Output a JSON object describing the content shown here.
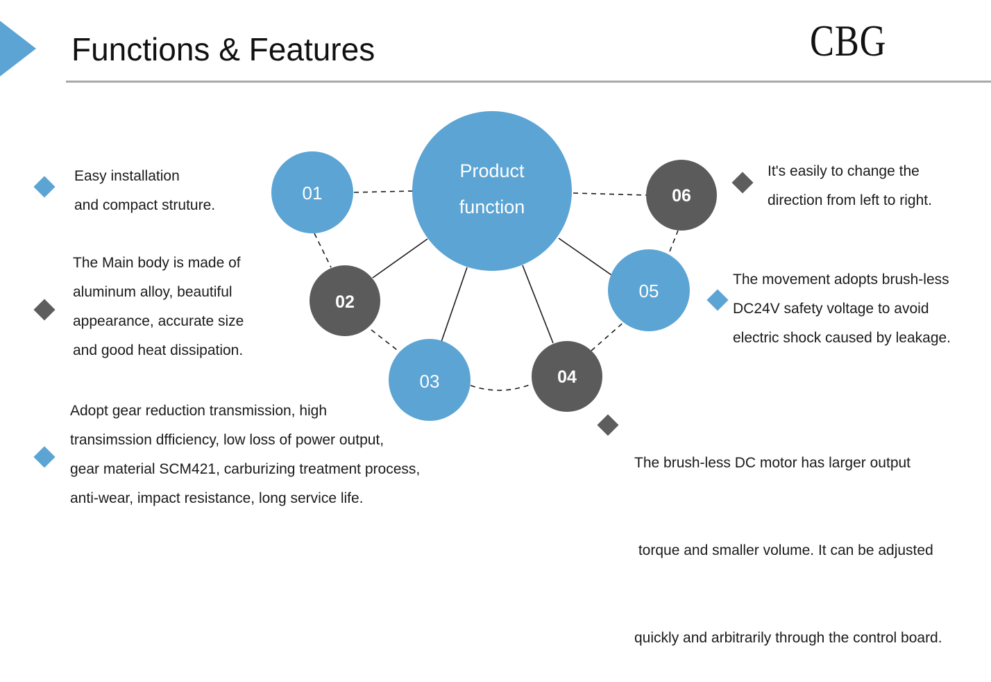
{
  "header": {
    "title": "Functions & Features",
    "brand": "CBG"
  },
  "colors": {
    "accent_blue": "#5ba4d4",
    "dark_gray": "#5b5b5b",
    "rule": "#a8a8a8"
  },
  "hub": {
    "line1": "Product",
    "line2": "function"
  },
  "nodes": [
    {
      "label": "01",
      "style": "blue"
    },
    {
      "label": "02",
      "style": "gray"
    },
    {
      "label": "03",
      "style": "blue"
    },
    {
      "label": "04",
      "style": "gray"
    },
    {
      "label": "05",
      "style": "blue"
    },
    {
      "label": "06",
      "style": "gray"
    }
  ],
  "features": [
    {
      "id": "01",
      "bullet": "blue",
      "lines": [
        "Easy installation",
        "and compact struture."
      ]
    },
    {
      "id": "02",
      "bullet": "gray",
      "lines": [
        "The Main body is made of",
        "aluminum alloy, beautiful",
        "appearance, accurate size",
        "and good heat dissipation."
      ]
    },
    {
      "id": "03",
      "bullet": "blue",
      "lines": [
        "Adopt gear reduction transmission, high",
        "transimssion dfficiency, low loss of power output,",
        "gear material SCM421, carburizing treatment process,",
        "anti-wear, impact resistance, long service life."
      ]
    },
    {
      "id": "04",
      "bullet": "gray",
      "lines": [
        "The brush-less DC motor has larger output",
        " torque and smaller volume. It can be adjusted",
        "quickly and arbitrarily through the control board."
      ]
    },
    {
      "id": "05",
      "bullet": "blue",
      "lines": [
        "The movement adopts brush-less",
        "DC24V safety voltage to avoid",
        "electric shock caused by leakage."
      ]
    },
    {
      "id": "06",
      "bullet": "gray",
      "lines": [
        "It's easily to change the",
        "direction from left to right."
      ]
    }
  ]
}
